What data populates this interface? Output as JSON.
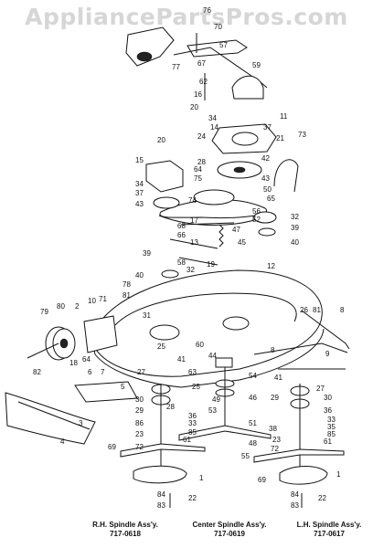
{
  "watermark": "AppliancePartsPros.com",
  "callouts": [
    {
      "id": "76"
    },
    {
      "id": "70"
    },
    {
      "id": "77"
    },
    {
      "id": "57"
    },
    {
      "id": "67"
    },
    {
      "id": "59"
    },
    {
      "id": "62"
    },
    {
      "id": "16"
    },
    {
      "id": "20a",
      "label": "20"
    },
    {
      "id": "11"
    },
    {
      "id": "34a",
      "label": "34"
    },
    {
      "id": "37a",
      "label": "37"
    },
    {
      "id": "14"
    },
    {
      "id": "24"
    },
    {
      "id": "21"
    },
    {
      "id": "73"
    },
    {
      "id": "20b",
      "label": "20"
    },
    {
      "id": "15"
    },
    {
      "id": "28"
    },
    {
      "id": "64a",
      "label": "64"
    },
    {
      "id": "42"
    },
    {
      "id": "75"
    },
    {
      "id": "43a",
      "label": "43"
    },
    {
      "id": "34b",
      "label": "34"
    },
    {
      "id": "37b",
      "label": "37"
    },
    {
      "id": "43b",
      "label": "43"
    },
    {
      "id": "74"
    },
    {
      "id": "50"
    },
    {
      "id": "65"
    },
    {
      "id": "17"
    },
    {
      "id": "56"
    },
    {
      "id": "52"
    },
    {
      "id": "32"
    },
    {
      "id": "68"
    },
    {
      "id": "47"
    },
    {
      "id": "66"
    },
    {
      "id": "39a",
      "label": "39"
    },
    {
      "id": "13"
    },
    {
      "id": "45"
    },
    {
      "id": "40a",
      "label": "40"
    },
    {
      "id": "39b",
      "label": "39"
    },
    {
      "id": "58"
    },
    {
      "id": "32b",
      "label": "32"
    },
    {
      "id": "19"
    },
    {
      "id": "40b",
      "label": "40"
    },
    {
      "id": "12"
    },
    {
      "id": "78"
    },
    {
      "id": "81a",
      "label": "81"
    },
    {
      "id": "10"
    },
    {
      "id": "71"
    },
    {
      "id": "80"
    },
    {
      "id": "2"
    },
    {
      "id": "79"
    },
    {
      "id": "31"
    },
    {
      "id": "26"
    },
    {
      "id": "81b",
      "label": "81"
    },
    {
      "id": "8a",
      "label": "8"
    },
    {
      "id": "18"
    },
    {
      "id": "64b",
      "label": "64"
    },
    {
      "id": "25a",
      "label": "25"
    },
    {
      "id": "60"
    },
    {
      "id": "44"
    },
    {
      "id": "6"
    },
    {
      "id": "7"
    },
    {
      "id": "82"
    },
    {
      "id": "27a",
      "label": "27"
    },
    {
      "id": "41a",
      "label": "41"
    },
    {
      "id": "63a",
      "label": "63"
    },
    {
      "id": "25b",
      "label": "25"
    },
    {
      "id": "54"
    },
    {
      "id": "8b",
      "label": "8"
    },
    {
      "id": "9"
    },
    {
      "id": "5"
    },
    {
      "id": "30a",
      "label": "30"
    },
    {
      "id": "49"
    },
    {
      "id": "46"
    },
    {
      "id": "41b",
      "label": "41"
    },
    {
      "id": "27b",
      "label": "27"
    },
    {
      "id": "30b",
      "label": "30"
    },
    {
      "id": "29a",
      "label": "29"
    },
    {
      "id": "28b",
      "label": "28"
    },
    {
      "id": "36a",
      "label": "36"
    },
    {
      "id": "53"
    },
    {
      "id": "29b",
      "label": "29"
    },
    {
      "id": "36b",
      "label": "36"
    },
    {
      "id": "3"
    },
    {
      "id": "86"
    },
    {
      "id": "33a",
      "label": "33"
    },
    {
      "id": "85a",
      "label": "85"
    },
    {
      "id": "51"
    },
    {
      "id": "33b",
      "label": "33"
    },
    {
      "id": "38"
    },
    {
      "id": "35"
    },
    {
      "id": "23a",
      "label": "23"
    },
    {
      "id": "61a",
      "label": "61"
    },
    {
      "id": "48"
    },
    {
      "id": "85b",
      "label": "85"
    },
    {
      "id": "23b",
      "label": "23"
    },
    {
      "id": "4"
    },
    {
      "id": "72a",
      "label": "72"
    },
    {
      "id": "72b",
      "label": "72"
    },
    {
      "id": "61b",
      "label": "61"
    },
    {
      "id": "69a",
      "label": "69"
    },
    {
      "id": "55"
    },
    {
      "id": "1a",
      "label": "1"
    },
    {
      "id": "69b",
      "label": "69"
    },
    {
      "id": "1b",
      "label": "1"
    },
    {
      "id": "84a",
      "label": "84"
    },
    {
      "id": "22a",
      "label": "22"
    },
    {
      "id": "83a",
      "label": "83"
    },
    {
      "id": "84b",
      "label": "84"
    },
    {
      "id": "22b",
      "label": "22"
    },
    {
      "id": "83b",
      "label": "83"
    }
  ],
  "captions": {
    "rh": {
      "title": "R.H. Spindle Ass'y.",
      "part": "717-0618"
    },
    "center": {
      "title": "Center Spindle Ass'y.",
      "part": "717-0619"
    },
    "lh": {
      "title": "L.H. Spindle Ass'y.",
      "part": "717-0617"
    }
  }
}
